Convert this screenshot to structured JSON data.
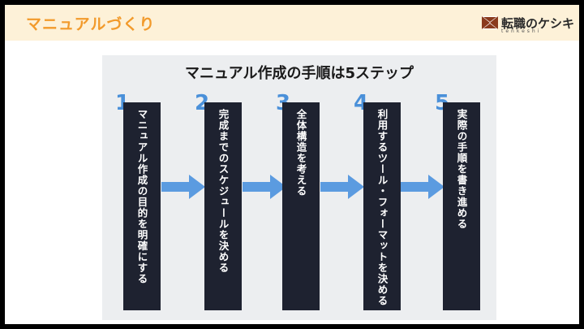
{
  "header": {
    "title": "マニュアルづくり",
    "logo_text": "転職のケシキ",
    "logo_sub": "tenkeshi"
  },
  "panel": {
    "title": "マニュアル作成の手順は5ステップ"
  },
  "steps": [
    {
      "number": "1",
      "text": "マニュアル作成の目的を明確にする"
    },
    {
      "number": "2",
      "text": "完成までのスケジュールを決める"
    },
    {
      "number": "3",
      "text": "全体構造を考える"
    },
    {
      "number": "4",
      "text": "利用するツール・フォーマットを決める"
    },
    {
      "number": "5",
      "text": "実際の手順を書き進める"
    }
  ],
  "colors": {
    "header_bg": "#fdf1d8",
    "header_title": "#f29a2b",
    "step_number": "#4a90d9",
    "step_box": "#1e2230",
    "arrow": "#5b9be0"
  }
}
